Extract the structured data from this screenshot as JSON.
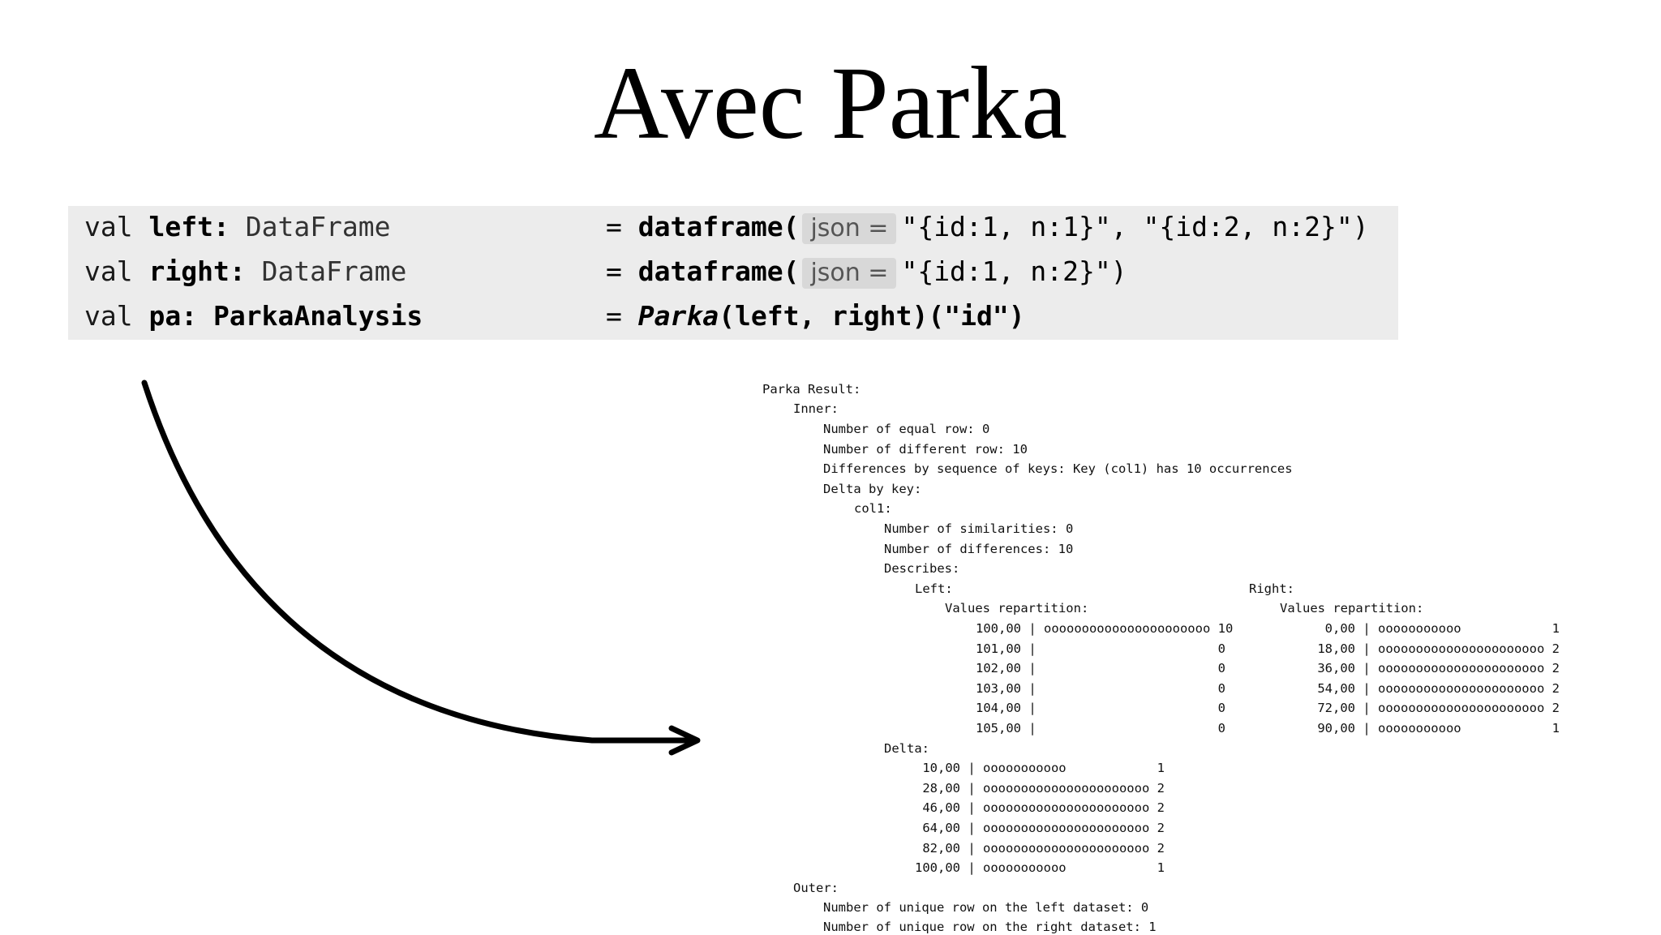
{
  "title": "Avec Parka",
  "code": {
    "lines": [
      {
        "keyword": "val",
        "name": "left",
        "type": "DataFrame",
        "equals": "=",
        "fn": "dataframe(",
        "hint": "json =",
        "args": "\"{id:1, n:1}\", \"{id:2, n:2}\")"
      },
      {
        "keyword": "val",
        "name": "right",
        "type": "DataFrame",
        "equals": "=",
        "fn": "dataframe(",
        "hint": "json =",
        "args": "\"{id:1, n:2}\")"
      },
      {
        "keyword": "val",
        "name": "pa",
        "type": "ParkaAnalysis",
        "equals": "=",
        "fn": "Parka",
        "args": "(left, right)(\"id\")"
      }
    ]
  },
  "output": {
    "header": "Parka Result:",
    "inner_label": "Inner:",
    "equal_rows": "Number of equal row: 0",
    "different_rows": "Number of different row: 10",
    "differences_by_keys": "Differences by sequence of keys: Key (col1) has 10 occurrences",
    "delta_by_key": "Delta by key:",
    "col_label": "col1:",
    "similarities": "Number of similarities: 0",
    "differences": "Number of differences: 10",
    "describes": "Describes:",
    "left_label": "Left:",
    "right_label": "Right:",
    "values_repartition": "Values repartition:",
    "left_rows": [
      "100,00 | oooooooooooooooooooooo 10",
      "101,00 |                        0",
      "102,00 |                        0",
      "103,00 |                        0",
      "104,00 |                        0",
      "105,00 |                        0"
    ],
    "right_rows": [
      "  0,00 | ooooooooooo            1",
      " 18,00 | oooooooooooooooooooooo 2",
      " 36,00 | oooooooooooooooooooooo 2",
      " 54,00 | oooooooooooooooooooooo 2",
      " 72,00 | oooooooooooooooooooooo 2",
      " 90,00 | ooooooooooo            1"
    ],
    "delta_label": "Delta:",
    "delta_rows": [
      " 10,00 | ooooooooooo            1",
      " 28,00 | oooooooooooooooooooooo 2",
      " 46,00 | oooooooooooooooooooooo 2",
      " 64,00 | oooooooooooooooooooooo 2",
      " 82,00 | oooooooooooooooooooooo 2",
      "100,00 | ooooooooooo            1"
    ],
    "outer_label": "Outer:",
    "unique_left": "Number of unique row on the left dataset: 0",
    "unique_right": "Number of unique row on the right dataset: 1"
  }
}
